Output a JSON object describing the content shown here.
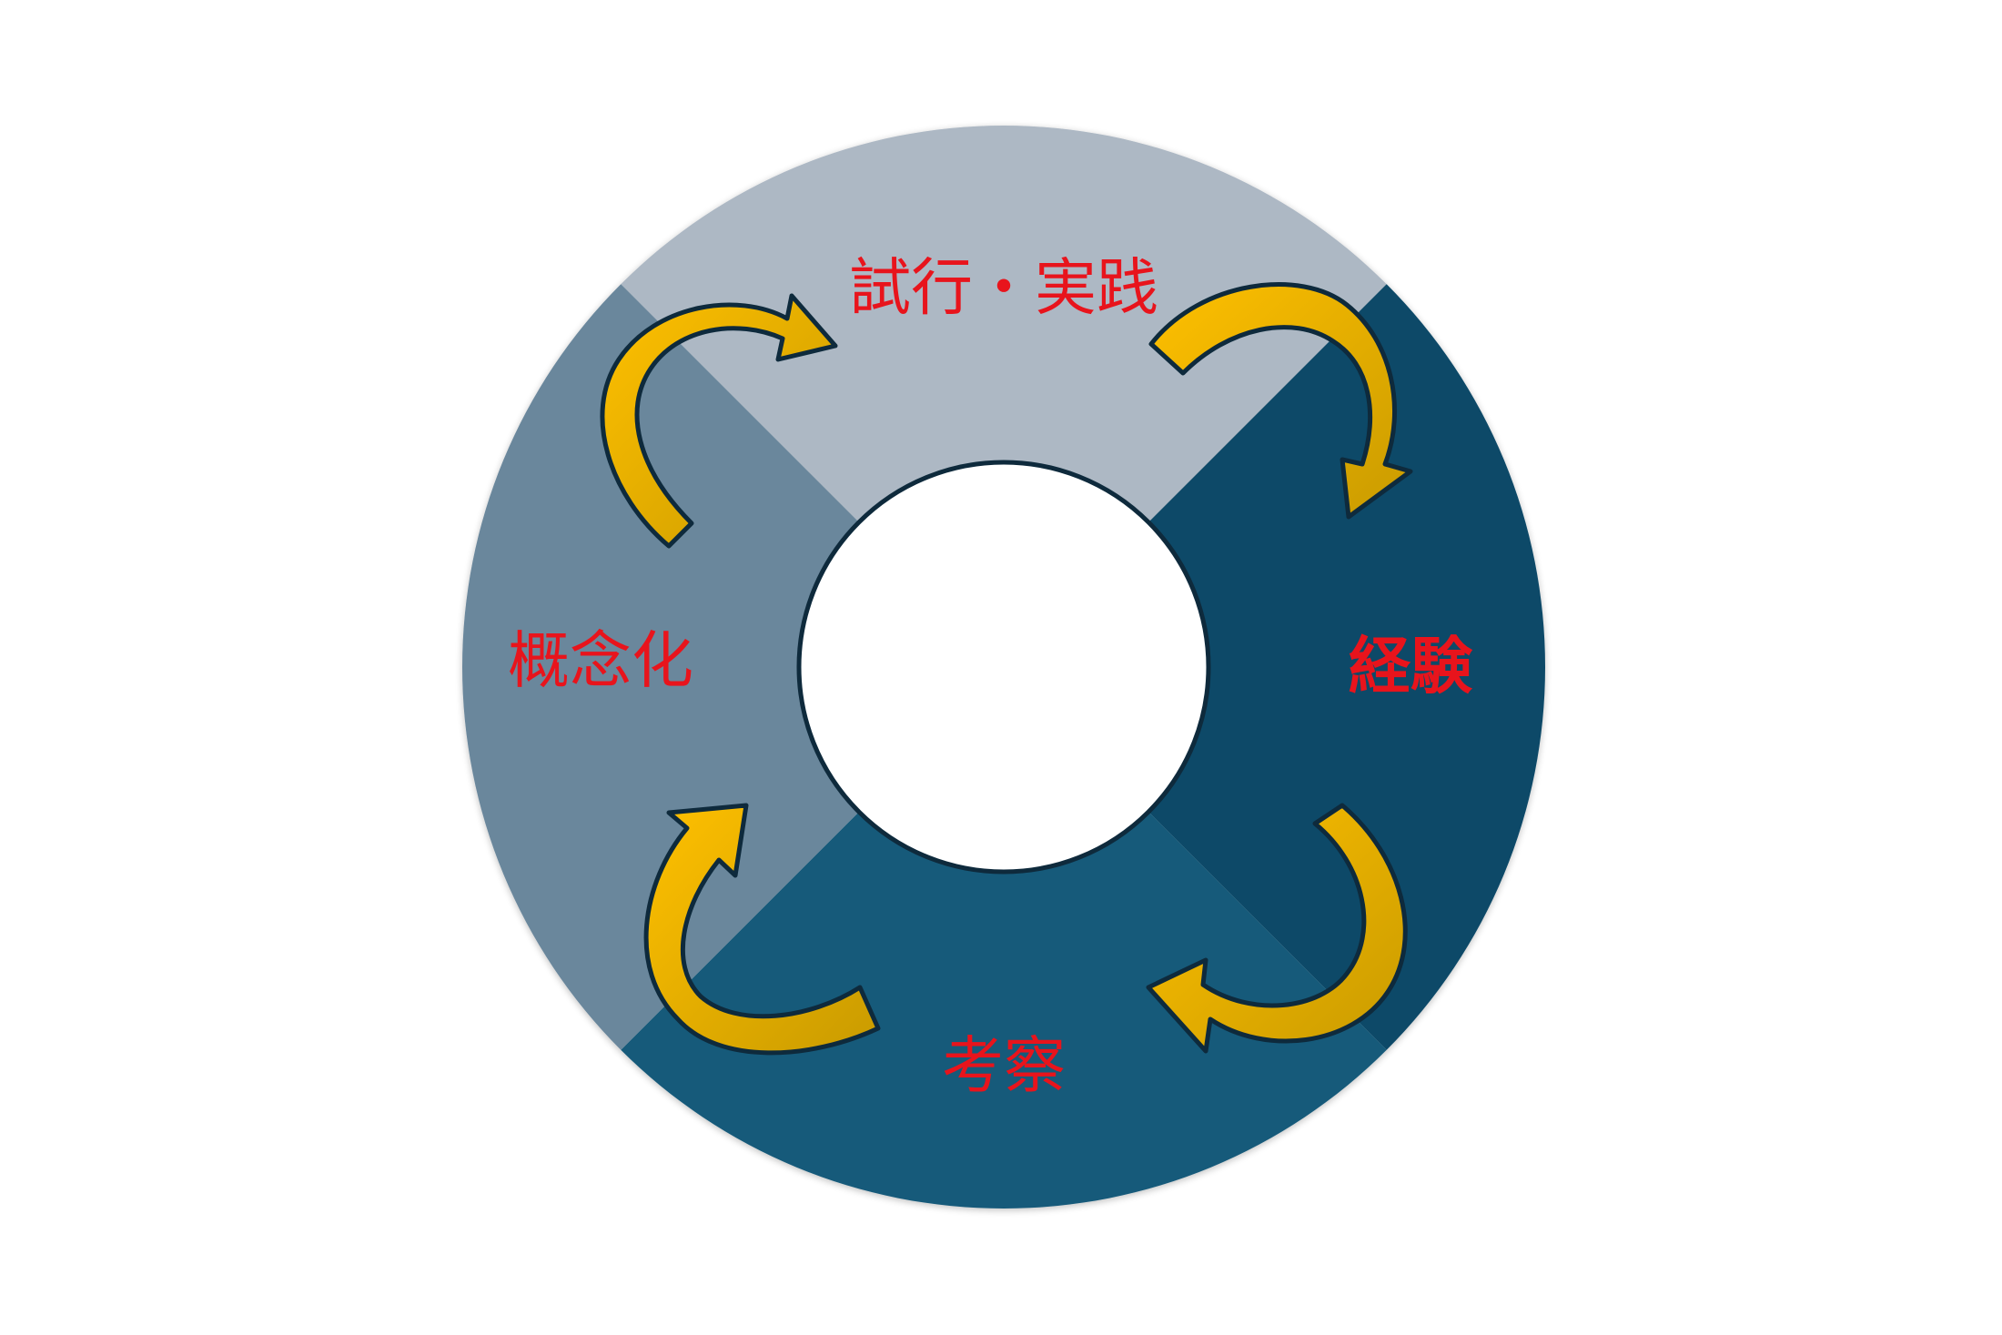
{
  "diagram": {
    "stages": {
      "top": "試行・実践",
      "right": "経験",
      "bottom": "考察",
      "left": "概念化"
    },
    "emphasized_stage": "right",
    "colors": {
      "top_quadrant": "#adb8c4",
      "right_quadrant": "#114a67",
      "bottom_quadrant": "#165a7a",
      "left_quadrant": "#6a879c",
      "center": "#ffffff",
      "outline": "#0e2a3c",
      "label": "#e8141c",
      "arrow_light": "#ffc000",
      "arrow_dark": "#c99b00"
    },
    "arrows": [
      {
        "from": "top",
        "to": "right",
        "icon": "curved-arrow-icon"
      },
      {
        "from": "right",
        "to": "bottom",
        "icon": "curved-arrow-icon"
      },
      {
        "from": "bottom",
        "to": "left",
        "icon": "curved-arrow-icon"
      },
      {
        "from": "left",
        "to": "top",
        "icon": "curved-arrow-icon"
      }
    ]
  }
}
